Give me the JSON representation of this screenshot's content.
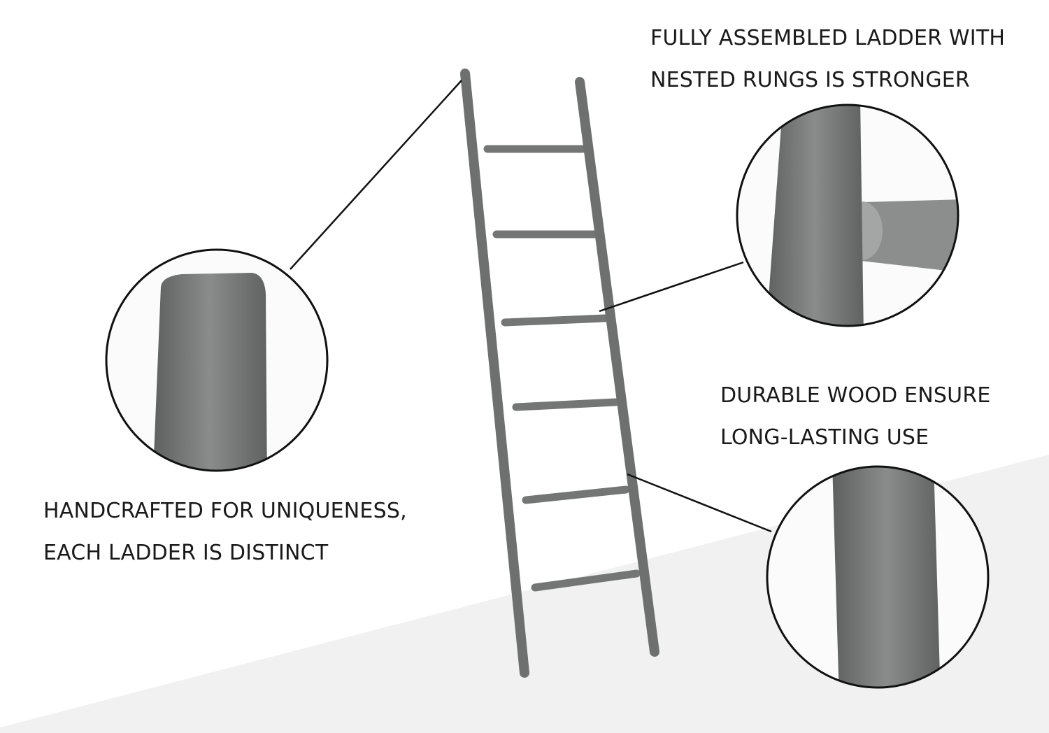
{
  "callouts": {
    "top_right": {
      "line1": "FULLY ASSEMBLED LADDER WITH",
      "line2": "NESTED RUNGS IS STRONGER"
    },
    "middle_right": {
      "line1": "DURABLE WOOD ENSURE",
      "line2": "LONG-LASTING USE"
    },
    "left": {
      "line1": "HANDCRAFTED FOR UNIQUENESS,",
      "line2": "EACH LADDER IS DISTINCT"
    }
  },
  "colors": {
    "wood": "#7a7c7c",
    "wood_dark": "#5e6060",
    "text": "#1a1a1a",
    "floor": "#f1f1f1"
  }
}
